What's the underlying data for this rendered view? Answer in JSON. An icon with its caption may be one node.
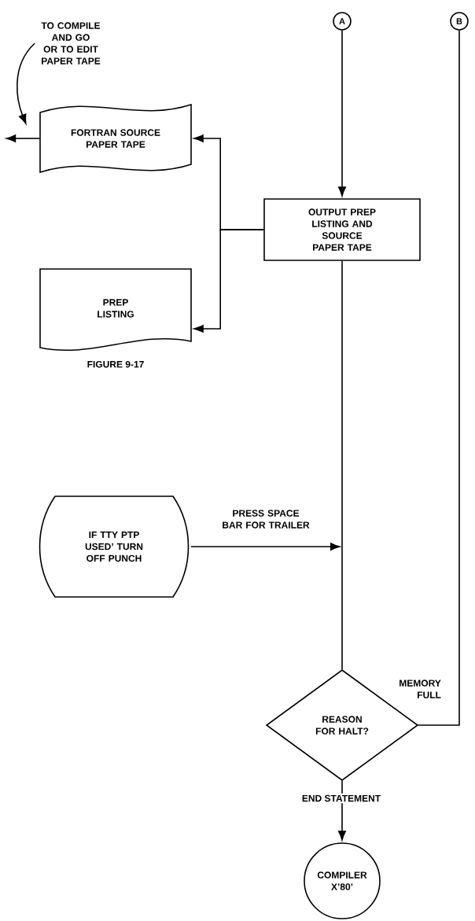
{
  "diagram": {
    "nodes": [
      {
        "text": [
          "A"
        ]
      },
      {
        "text": [
          "B"
        ]
      },
      {
        "text": [
          "OUTPUT PREP LISTING AND SOURCE PAPER TAPE"
        ]
      },
      {
        "text": [
          "FORTRAN SOURCE PAPER TAPE"
        ]
      },
      {
        "text": [
          "PREP LISTING"
        ],
        "beside": [
          "FIGURE 9-17"
        ]
      },
      {
        "text": [
          "IF TTY PTP USED’ TURN OFF PUNCH"
        ]
      },
      {
        "text": [
          "REASON FOR HALT?"
        ]
      },
      {
        "text": [
          "COMPILER X’80’"
        ]
      },
      {
        "text": [
          "TO COMPILE AND GO OR TO EDIT PAPER TAPE"
        ]
      }
    ],
    "edges": [
      {
        "from": 0,
        "to": 2,
        "arrow": "to"
      },
      {
        "from": 2,
        "to": 3,
        "arrow": "to"
      },
      {
        "from": 2,
        "to": 4,
        "arrow": "to"
      },
      {
        "from": 3,
        "to": null,
        "arrow": "to"
      },
      {
        "from": 8,
        "to": null,
        "arrow": "to"
      },
      {
        "from": 5,
        "to": null,
        "arrow": "to",
        "label": "PRESS SPACE BAR FOR TRAILER"
      },
      {
        "from": 2,
        "to": 6,
        "arrow": "none"
      },
      {
        "from": 1,
        "to": 6,
        "arrow": "none",
        "label": "MEMORY FULL"
      },
      {
        "from": 6,
        "to": 7,
        "arrow": "to",
        "label": "END STATEMENT"
      }
    ]
  }
}
